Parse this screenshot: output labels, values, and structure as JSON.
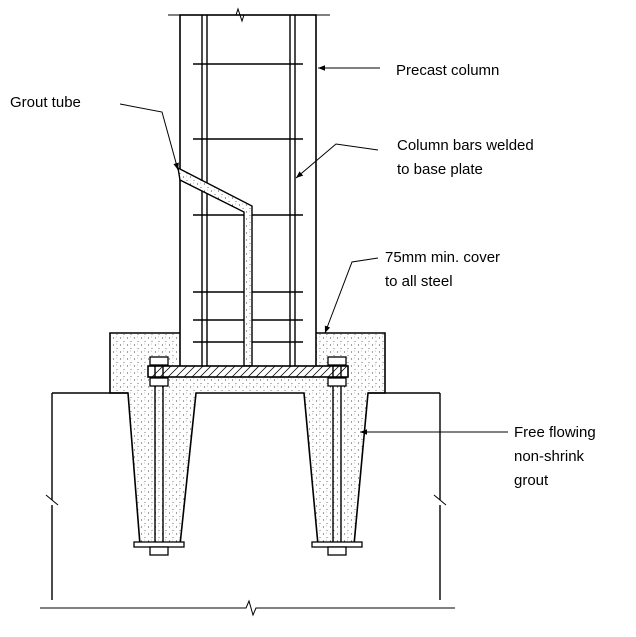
{
  "labels": {
    "precast_column": "Precast column",
    "grout_tube": "Grout tube",
    "column_bars_1": "Column bars welded",
    "column_bars_2": "to base plate",
    "cover_1": "75mm min. cover",
    "cover_2": "to all steel",
    "grout_1": "Free flowing",
    "grout_2": "non-shrink",
    "grout_3": "grout"
  },
  "colors": {
    "line": "#000000",
    "background": "#ffffff",
    "stipple": "#555555"
  }
}
